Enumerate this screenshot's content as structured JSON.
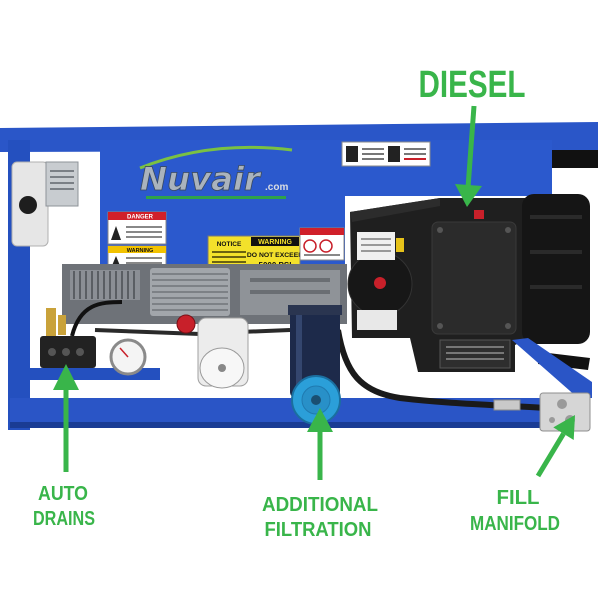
{
  "annotations": {
    "diesel": "DIESEL",
    "auto_drains": {
      "line1": "AUTO",
      "line2": "DRAINS"
    },
    "additional_filtration": {
      "line1": "ADDITIONAL",
      "line2": "FILTRATION"
    },
    "fill_manifold": {
      "line1": "FILL",
      "line2": "MANIFOLD"
    }
  },
  "product_labels": {
    "brand": "Nuvair",
    "brand_suffix": ".com",
    "danger_label": "DANGER",
    "warning_label_small": "WARNING",
    "notice_label": "NOTICE",
    "pressure_warning": {
      "title": "WARNING",
      "line1": "DO NOT EXCEED",
      "line2": "5000 PSI"
    }
  },
  "colors": {
    "annotation_green": "#39b54a",
    "frame_blue": "#2a56c8",
    "engine_black": "#1f1f1f",
    "filter_cap_blue": "#2b9fd9"
  }
}
